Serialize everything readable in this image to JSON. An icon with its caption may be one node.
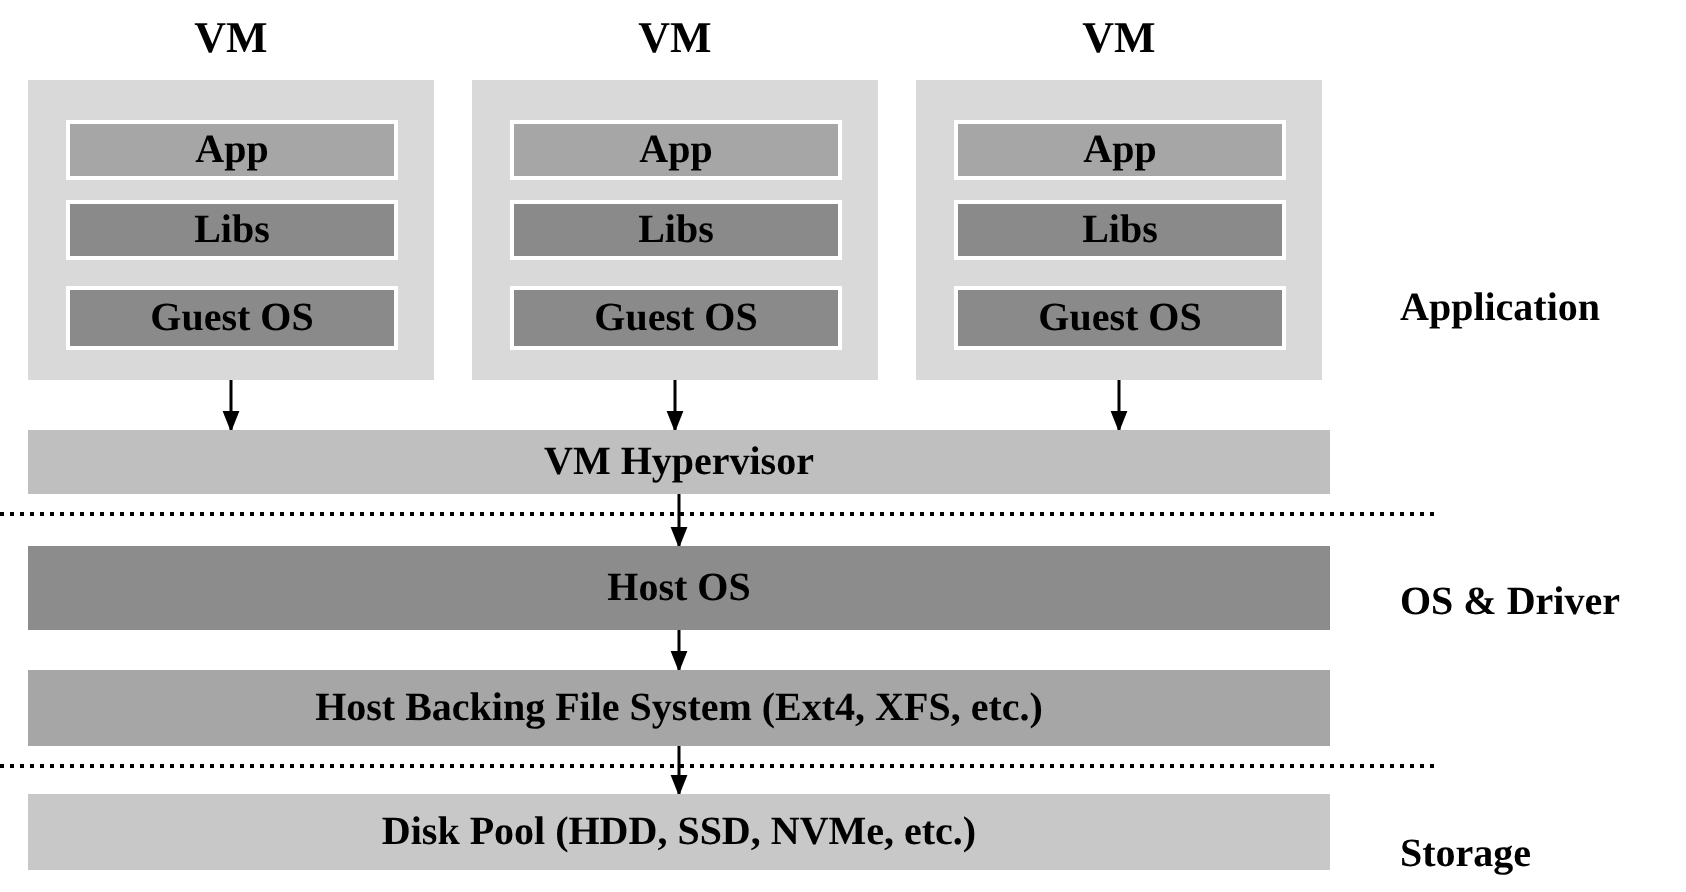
{
  "diagram": {
    "nodes": [
      {
        "text": [
          "VM"
        ]
      },
      {
        "text": [
          "App"
        ],
        "in": 0
      },
      {
        "text": [
          "Libs"
        ],
        "in": 0
      },
      {
        "text": [
          "Guest OS"
        ],
        "in": 0
      },
      {
        "text": [
          "VM"
        ]
      },
      {
        "text": [
          "App"
        ],
        "in": 4
      },
      {
        "text": [
          "Libs"
        ],
        "in": 4
      },
      {
        "text": [
          "Guest OS"
        ],
        "in": 4
      },
      {
        "text": [
          "VM"
        ]
      },
      {
        "text": [
          "App"
        ],
        "in": 8
      },
      {
        "text": [
          "Libs"
        ],
        "in": 8
      },
      {
        "text": [
          "Guest OS"
        ],
        "in": 8
      },
      {
        "text": [
          "VM Hypervisor"
        ]
      },
      {
        "text": [
          "Host OS"
        ]
      },
      {
        "text": [
          "Host Backing File System (Ext4, XFS, etc.)"
        ]
      },
      {
        "text": [
          "Disk Pool (HDD, SSD, NVMe, etc.)"
        ]
      }
    ],
    "edges": [
      {
        "from": 0,
        "to": 12,
        "arrow": "to"
      },
      {
        "from": 4,
        "to": 12,
        "arrow": "to"
      },
      {
        "from": 8,
        "to": 12,
        "arrow": "to"
      },
      {
        "from": 12,
        "to": 13,
        "arrow": "to"
      },
      {
        "from": 13,
        "to": 14,
        "arrow": "to"
      },
      {
        "from": 14,
        "to": 15,
        "arrow": "to"
      }
    ],
    "labels": [
      "Application",
      "OS & Driver",
      "Storage"
    ]
  }
}
